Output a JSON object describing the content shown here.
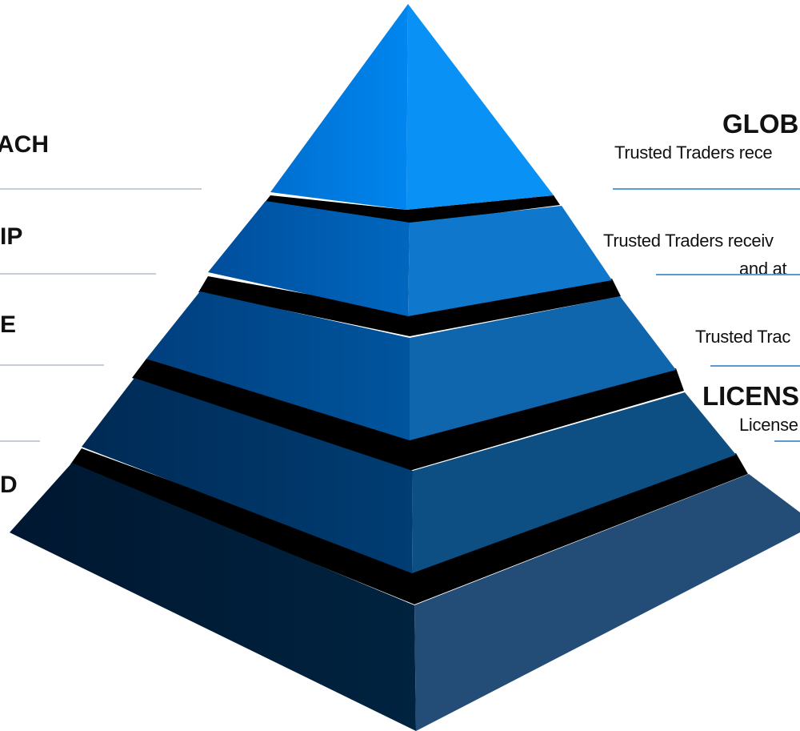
{
  "colors": {
    "background": "#ffffff",
    "separator": "#000000",
    "left_rule": "#c7cdd4",
    "right_rule": "#5b9bd5",
    "tier_faces": [
      {
        "left_a": "#006fd0",
        "left_b": "#0086ef",
        "right": "#0a91f5"
      },
      {
        "left_a": "#004e9c",
        "left_b": "#0067bf",
        "right": "#0f77cc"
      },
      {
        "left_a": "#003f7e",
        "left_b": "#00559e",
        "right": "#0f66ad"
      },
      {
        "left_a": "#002a55",
        "left_b": "#003d73",
        "right": "#0d4f83"
      },
      {
        "left_a": "#001731",
        "left_b": "#00233f",
        "right": "#234d77"
      }
    ]
  },
  "left_labels": [
    {
      "text": "ACH"
    },
    {
      "text": "IP"
    },
    {
      "text": "E"
    },
    {
      "text": ""
    },
    {
      "text": "D"
    }
  ],
  "right_labels": [
    {
      "title": "GLOB",
      "desc": "Trusted Traders rece"
    },
    {
      "title": "",
      "desc": "Trusted Traders receiv",
      "desc2": "and at"
    },
    {
      "title": "",
      "desc": "Trusted Trac"
    },
    {
      "title": "LICENS",
      "desc": "License"
    }
  ]
}
